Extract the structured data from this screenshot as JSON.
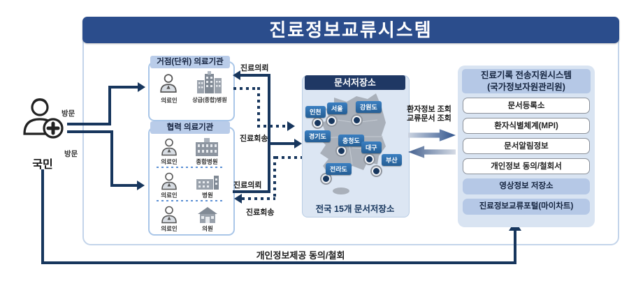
{
  "title": "진료정보교류시스템",
  "citizen": {
    "label": "국민",
    "visit_top": "방문",
    "visit_bottom": "방문",
    "consent_label": "개인정보제공 동의/철회"
  },
  "hub": {
    "header": "거점(단위) 의료기관",
    "person": "의료인",
    "building": "상급(종합)병원"
  },
  "coop": {
    "header": "협력 의료기관",
    "rows": [
      {
        "person": "의료인",
        "building": "종합병원"
      },
      {
        "person": "의료인",
        "building": "병원"
      },
      {
        "person": "의료인",
        "building": "의원"
      }
    ]
  },
  "flows": {
    "referral_top": "진료의뢰",
    "return_top": "진료회송",
    "referral_bottom": "진료의뢰",
    "return_bottom": "진료회송",
    "query_line1": "환자정보 조회",
    "query_line2": "교류문서 조회"
  },
  "repository": {
    "header": "문서저장소",
    "regions": [
      "인천",
      "서울",
      "강원도",
      "경기도",
      "충청도",
      "대구",
      "부산",
      "전라도"
    ],
    "footer": "전국 15개 문서저장소"
  },
  "support_system": {
    "header_line1": "진료기록 전송지원시스템",
    "header_line2": "(국가정보자원관리원)",
    "items": [
      {
        "label": "문서등록소",
        "style": "white"
      },
      {
        "label": "환자식별체계(MPI)",
        "style": "white"
      },
      {
        "label": "문서알림정보",
        "style": "white"
      },
      {
        "label": "개인정보 동의/철회서",
        "style": "white"
      },
      {
        "label": "영상정보 저장소",
        "style": "blue"
      },
      {
        "label": "진료정보교류포털(마이차트)",
        "style": "blue"
      }
    ]
  },
  "colors": {
    "title_bar": "#2b4d8c",
    "arrow_navy": "#17365d",
    "box_header_chip": "#b9cce9",
    "panel_bg": "#d9e4f2",
    "panel_header_bg": "#b5c8e6",
    "map_bg": "#dce6f3",
    "map_land": "#a9b0ba",
    "region_chip": "#2e74b5",
    "dark_header": "#1f3864"
  }
}
